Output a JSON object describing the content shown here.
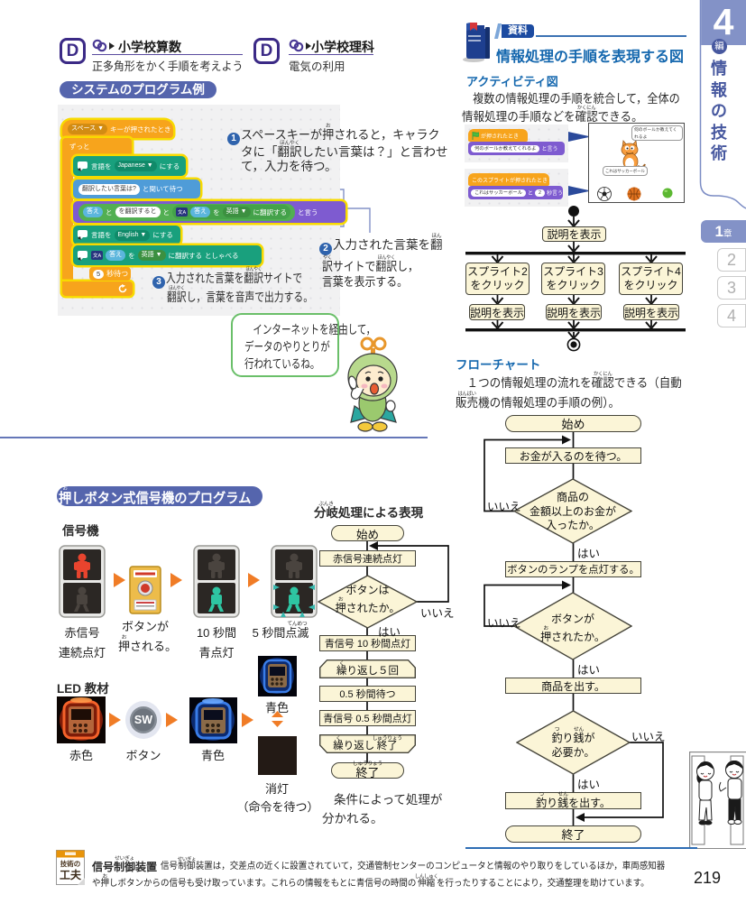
{
  "header": {
    "d_logo": "D",
    "items": [
      {
        "title": "小学校算数",
        "sub": "正多角形をかく手順を考えよう"
      },
      {
        "title": "小学校理科",
        "sub": "電気の利用"
      }
    ]
  },
  "program": {
    "title": "システムのプログラム例",
    "blocks": {
      "hat_dd": "スペース ▼",
      "hat_label": "キーが押されたとき",
      "forever": "ずっと",
      "set_lang": "言語を",
      "lang1": "Japanese ▼",
      "to1": "にする",
      "ask_input": "翻訳したい言葉は?",
      "ask_label": "と聞いて待つ",
      "ans1": "答え",
      "join_to1": "と",
      "join_input": "を翻訳すると",
      "join_to2": "と",
      "tr_icon": "文A",
      "ans2": "答え",
      "tr_wo": "を",
      "tr_lang": "英語 ▼",
      "tr_label": "に翻訳する",
      "say_tail": "と言う",
      "set_lang2": "言語を",
      "lang2": "English ▼",
      "to2": "にする",
      "tr_icon2": "文A",
      "ans3": "答え",
      "tr_wo2": "を",
      "tr_lang2": "英語 ▼",
      "tr_label2": "に翻訳する",
      "speak_tail": "としゃべる",
      "wait_num": "5",
      "wait_label": "秒待つ"
    },
    "ann1": {
      "num": "1",
      "l1": [
        "スペースキーが",
        [
          "押",
          "お"
        ],
        "されると，キャラク"
      ],
      "l2": [
        "タに「",
        [
          "翻訳",
          "ほんやく"
        ],
        "したい言葉は？」と言わせ"
      ],
      "l3": [
        "て，入力を待つ。"
      ]
    },
    "ann2": {
      "num": "2",
      "l1": [
        "入力された言葉を",
        [
          "翻",
          "ほん"
        ]
      ],
      "l2": [
        [
          "訳",
          "やく"
        ],
        "サイトで",
        [
          "翻訳",
          "ほんやく"
        ],
        "し，"
      ],
      "l3": [
        "言葉を表示する。"
      ]
    },
    "ann3": {
      "num": "3",
      "l1": [
        "入力された言葉を",
        [
          "翻訳",
          "ほんやく"
        ],
        "サイトで"
      ],
      "l2": [
        [
          "翻訳",
          "ほんやく"
        ],
        "し，言葉を音声で出力する。"
      ]
    },
    "bubble": {
      "l1": "インターネットを経由して，",
      "l2": "データのやりとりが",
      "l3": "行われているね。"
    }
  },
  "signal": {
    "title": [
      [
        "押",
        "お"
      ],
      "しボタン式信号機のプログラム"
    ],
    "label": "信号機",
    "cap1a": "赤信号",
    "cap1b": "連続点灯",
    "cap2a": "ボタンが",
    "cap2b": [
      [
        "押",
        "お"
      ],
      "される。"
    ],
    "cap3a": "10 秒間",
    "cap3b": "青点灯",
    "cap4a": [
      "5 秒間",
      [
        "点滅",
        "てんめつ"
      ]
    ],
    "led_label": "LED 教材",
    "sw": "SW",
    "led1": "赤色",
    "led2": "ボタン",
    "led3": "青色",
    "led4": "青色",
    "led5": "消灯",
    "led6": "（命令を待つ）"
  },
  "branch": {
    "title": [
      [
        "分岐",
        "ぶんき"
      ],
      "処理による表現"
    ],
    "start": "始め",
    "red": "赤信号連続点灯",
    "d1a": "ボタンは",
    "d1b": [
      [
        "押",
        "お"
      ],
      "されたか。"
    ],
    "blue10": "青信号 10 秒間点灯",
    "loop_start": [
      [
        "繰",
        "く"
      ],
      "り返し５回"
    ],
    "wait05": "0.5 秒間待つ",
    "blue05": "青信号 0.5 秒間点灯",
    "loop_end": [
      [
        "繰",
        "く"
      ],
      "り返し",
      [
        "終了",
        "しゅうりょう"
      ]
    ],
    "end": [
      [
        "終了",
        "しゅうりょう"
      ]
    ],
    "yes": "はい",
    "no": "いいえ",
    "cap1": "条件によって処理が",
    "cap2": "分かれる。"
  },
  "reference": {
    "badge": "資料",
    "title": "情報処理の手順を表現する図",
    "activity_head": "アクティビティ図",
    "activity_p1": "複数の情報処理の手順を統合して，全体の",
    "activity_p2": [
      "情報処理の手順などを",
      [
        "確認",
        "かくにん"
      ],
      "できる。"
    ],
    "mini1_hat": "が押されたとき",
    "mini1_say": "何のボールか教えてくれるよ",
    "mini1_tail": "と言う",
    "mini2_hat": "このスプライトが押されたとき",
    "mini2_say": "これはサッカーボール",
    "mini2_to": "と",
    "mini2_num": "2",
    "mini2_tail": "秒言う",
    "stage_bubble1": "何のボールか教えてくれるよ",
    "stage_bubble2": "これはサッカーボール",
    "act_box1": "説明を表示",
    "act_c1l1": "スプライト2",
    "act_c2l1": "スプライト3",
    "act_c3l1": "スプライト4",
    "act_l2": "をクリック",
    "act_small": "説明を表示",
    "flow_head": "フローチャート",
    "flow_p1": [
      "１つの情報処理の流れを",
      [
        "確認",
        "かくにん"
      ],
      "できる（自動"
    ],
    "flow_p2": [
      [
        "販売",
        "はんばい"
      ],
      "機の情報処理の手順の例）。"
    ],
    "vd": {
      "start": "始め",
      "wait": "お金が入るのを待つ。",
      "d1a": "商品の",
      "d1b": "金額以上のお金が",
      "d1c": "入ったか。",
      "lamp": "ボタンのランプを点灯する。",
      "d2a": "ボタンが",
      "d2b": [
        [
          "押",
          "お"
        ],
        "されたか。"
      ],
      "out": "商品を出す。",
      "d3a": [
        [
          "釣",
          "つ"
        ],
        "り",
        [
          "銭",
          "せん"
        ],
        "が"
      ],
      "d3b": "必要か。",
      "change": [
        [
          "釣",
          "つ"
        ],
        "り",
        [
          "銭",
          "せん"
        ],
        "を出す。"
      ],
      "end": "終了",
      "yes1": "はい",
      "yes2": "はい",
      "yes3": "はい",
      "no1": "いいえ",
      "no2": "いいえ",
      "no3": "いいえ"
    }
  },
  "sidebar": {
    "num": "4",
    "hen": "編",
    "series": "情報の技術",
    "ch1": "1",
    "ch1_suffix": "章",
    "ch2": "2",
    "ch3": "3",
    "ch4": "4"
  },
  "note": {
    "badge1": "技術の",
    "badge2": "工夫",
    "keyword": [
      "信号",
      [
        "制御",
        "せいぎょ"
      ],
      "装置"
    ],
    "line1": [
      "信号",
      [
        "制御",
        "せいぎょ"
      ],
      "装置は，交差点の近くに設置されていて，交通管制センターのコンピュータと情報のやり取りをしているほか，車両感知器"
    ],
    "line2": [
      "や",
      [
        "押",
        "お"
      ],
      "しボタンからの信号も受け取っています。これらの情報をもとに青信号の時間の",
      [
        "伸縮",
        "しんしゅく"
      ],
      "を行ったりすることにより，交通整理を助けています。"
    ]
  },
  "page": {
    "number": "219"
  }
}
